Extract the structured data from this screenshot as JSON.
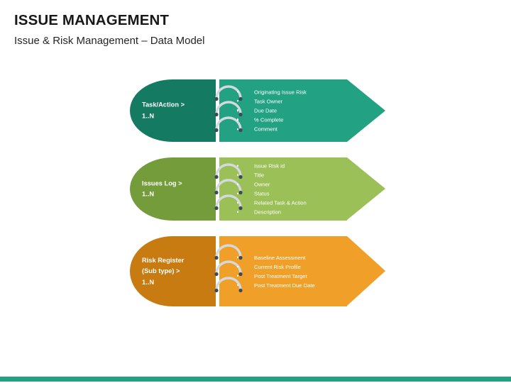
{
  "header": {
    "title": "ISSUE MANAGEMENT",
    "subtitle": "Issue & Risk Management – Data Model"
  },
  "colors": {
    "teal_dark": "#147a62",
    "teal_light": "#23a183",
    "green_dark": "#749c3b",
    "green_light": "#9bc057",
    "orange_dark": "#c87b10",
    "orange_light": "#f0a028",
    "ring_arc": "#d4d9de",
    "ring_end": "#3c4a5a",
    "footer": "#23a183",
    "title_text": "#181818",
    "subtitle_text": "#252525",
    "block_text": "#ffffff"
  },
  "diagram": {
    "blocks": [
      {
        "name": "task-action",
        "label_lines": [
          "Task/Action >",
          "1..N"
        ],
        "dark_color": "#147a62",
        "light_color": "#23a183",
        "fields": [
          "Originating Issue Risk",
          "Task Owner",
          "Due Date",
          "% Complete",
          "Comment"
        ]
      },
      {
        "name": "issues-log",
        "label_lines": [
          "Issues Log >",
          "1..N"
        ],
        "dark_color": "#749c3b",
        "light_color": "#9bc057",
        "fields": [
          "Issue Risk id",
          "Title",
          "Owner",
          "Status",
          "Related Task & Action",
          "Description"
        ]
      },
      {
        "name": "risk-register",
        "label_lines": [
          "Risk Register",
          "(Sub type) >",
          "1..N"
        ],
        "dark_color": "#c87b10",
        "light_color": "#f0a028",
        "fields": [
          "Baseline Assessment",
          "Current Risk Profile",
          "Post Treatment Target",
          "Post Treatment Due Date"
        ]
      }
    ]
  },
  "footer": {
    "bar_color": "#23a183"
  }
}
